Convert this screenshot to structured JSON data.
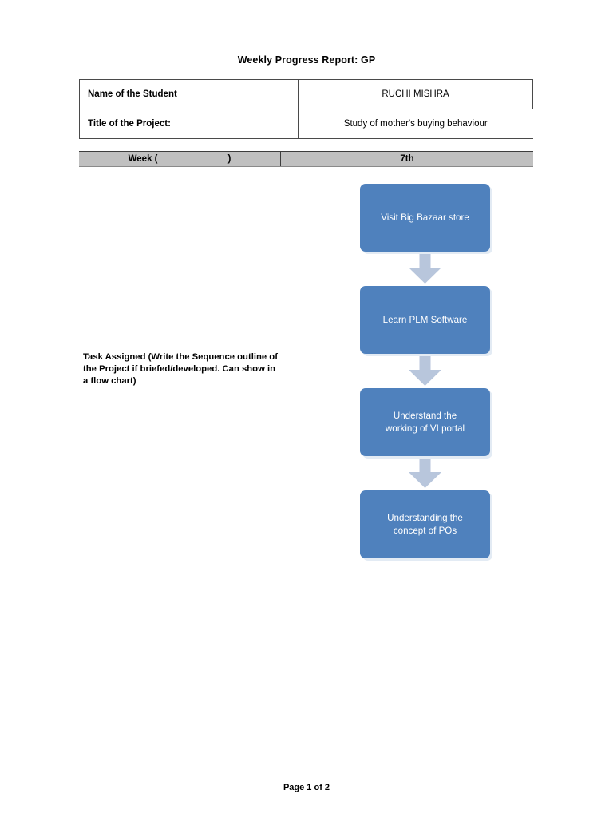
{
  "document": {
    "title": "Weekly Progress Report: GP",
    "footer": "Page 1 of 2"
  },
  "info_table": {
    "rows": [
      {
        "label": "Name of the Student",
        "value": "RUCHI MISHRA"
      },
      {
        "label": "Title of the Project:",
        "value": "Study of mother's buying behaviour"
      }
    ]
  },
  "week_bar": {
    "label_prefix": "Week (",
    "label_suffix": ")",
    "value": "7th",
    "background_color": "#c0c0c0"
  },
  "task": {
    "text": "Task Assigned (Write the Sequence outline of the Project if briefed/developed. Can show in a flow chart)"
  },
  "flowchart": {
    "box_color": "#4f81bd",
    "arrow_color": "#b8c6dc",
    "text_color": "#ffffff",
    "steps": [
      {
        "label": "Visit Big Bazaar store"
      },
      {
        "label": "Learn PLM Software"
      },
      {
        "label": "Understand the\nworking of VI portal"
      },
      {
        "label": "Understanding the\nconcept of POs"
      }
    ],
    "arrows": [
      {
        "name": "down-arrow-icon"
      },
      {
        "name": "down-arrow-icon"
      },
      {
        "name": "down-arrow-icon"
      }
    ]
  }
}
